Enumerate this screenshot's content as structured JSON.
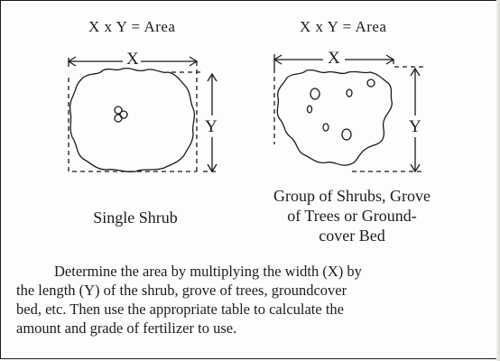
{
  "left": {
    "formula": "X x Y = Area",
    "x_label": "X",
    "y_label": "Y",
    "caption": "Single Shrub"
  },
  "right": {
    "formula": "X x Y = Area",
    "x_label": "X",
    "y_label": "Y",
    "caption_lines": [
      "Group of Shrubs, Grove",
      "of Trees or Ground-",
      "cover Bed"
    ]
  },
  "instructions": {
    "lines": [
      "Determine the area by multiplying the width (X) by",
      "the length (Y) of the shrub, grove of trees, groundcover",
      "bed, etc. Then use the appropriate table to calculate the",
      "amount and grade of fertilizer to use."
    ]
  }
}
